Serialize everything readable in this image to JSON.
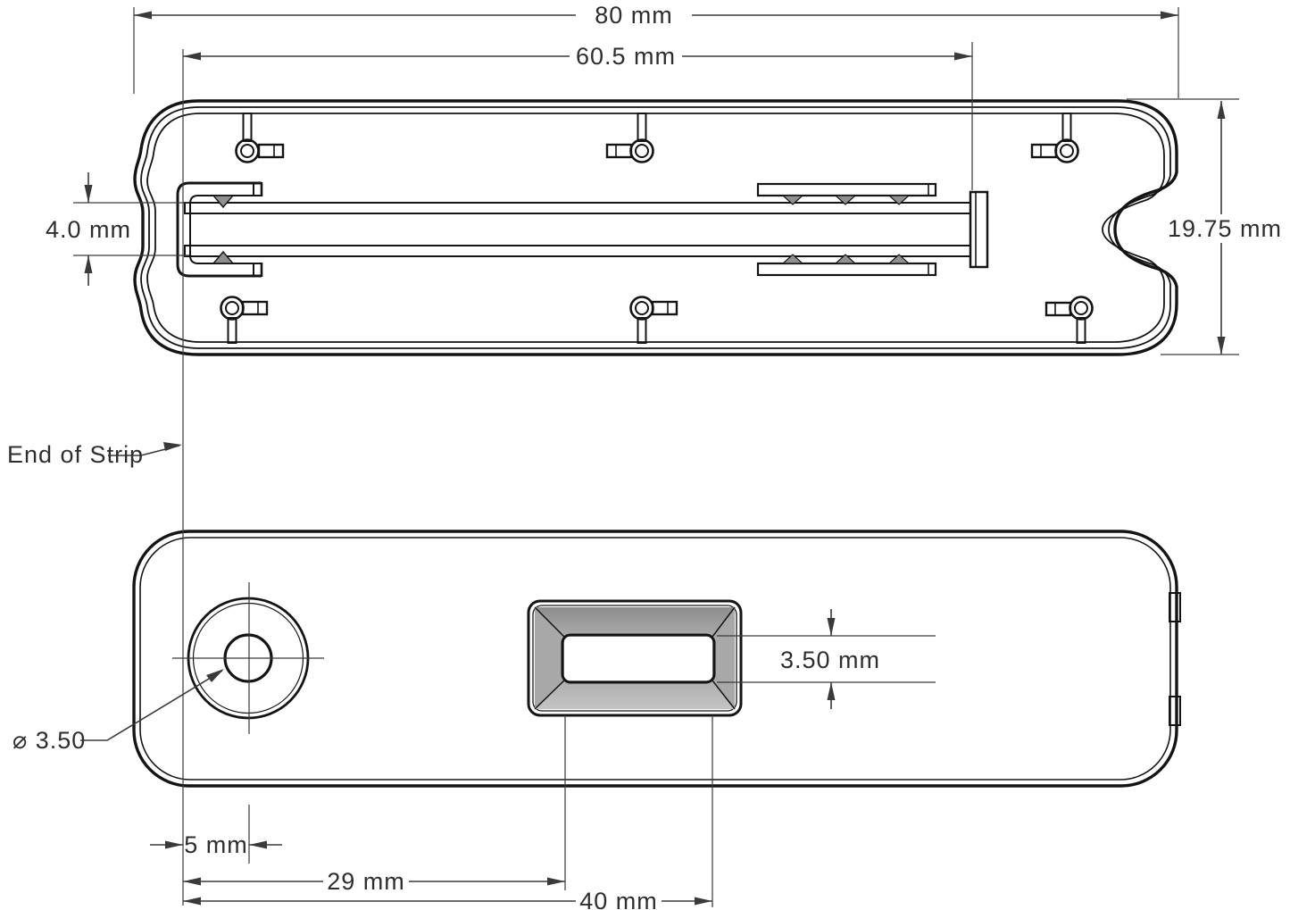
{
  "drawing": {
    "background_color": "#ffffff",
    "part_fill_color": "#c1c1c1",
    "outline_color": "#141414",
    "dimension_color": "#3a3a3a",
    "dimensions": {
      "overall_width": "80 mm",
      "strip_length_inside": "60.5 mm",
      "strip_thickness": "4.0 mm",
      "overall_height": "19.75 mm",
      "end_of_strip": "End of Strip",
      "hole_diameter": "⌀ 3.50",
      "slot_opening_height": "3.50 mm",
      "hole_center_offset": "5 mm",
      "slot_near_edge_offset": "29 mm",
      "slot_far_edge_offset": "40 mm"
    }
  }
}
